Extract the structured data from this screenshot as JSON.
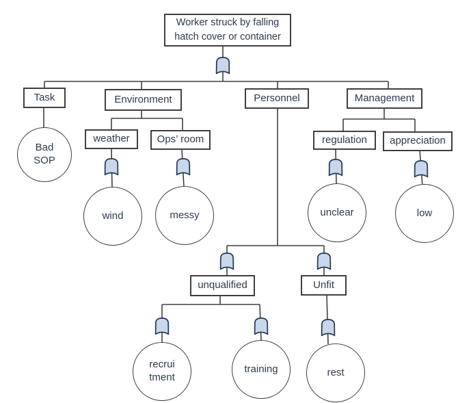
{
  "diagram_type": "fault-tree",
  "gate_type": "OR gate",
  "colors": {
    "gate_fill": "#c9d7ec",
    "gate_stroke": "#24364f",
    "line": "#3f3f3f",
    "border": "#3f3f3f",
    "text": "#2e3a4c",
    "background": "#ffffff"
  },
  "nodes": {
    "top_event": "Worker struck by falling hatch cover or container",
    "task": "Task",
    "environment": "Environment",
    "personnel": "Personnel",
    "management": "Management",
    "weather": "weather",
    "ops_room": "Ops’ room",
    "regulation": "regulation",
    "appreciation": "appreciation",
    "unqualified": "unqualified",
    "unfit": "Unfit",
    "bad_sop": "Bad\nSOP",
    "wind": "wind",
    "messy": "messy",
    "unclear": "unclear",
    "low": "low",
    "recruitment": "recrui\ntment",
    "training": "training",
    "rest": "rest"
  }
}
